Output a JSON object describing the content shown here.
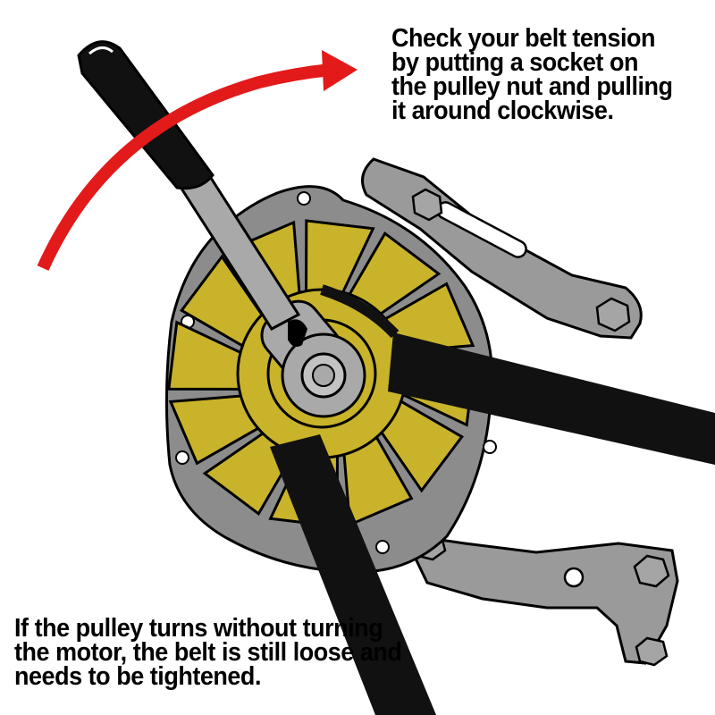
{
  "captions": {
    "top": [
      "Check your belt tension",
      "by putting a socket on",
      "the pulley nut and pulling",
      "it around clockwise."
    ],
    "bottom": [
      "If the pulley turns without turning",
      "the motor, the belt is still loose and",
      "needs to be tightened."
    ]
  },
  "colors": {
    "arrow": "#e31a1a",
    "pulley_fan": "#c9b32a",
    "metal_housing": "#8c8c8c",
    "bracket": "#9a9a9a",
    "socket": "#a9a9a9",
    "belt": "#111111",
    "outline": "#000000"
  },
  "parts": {
    "arrow": "clockwise-arrow",
    "tool": "ratchet-wrench",
    "pulley": "alternator-pulley",
    "belt": "drive-belt",
    "brackets": "mounting-bracket"
  }
}
